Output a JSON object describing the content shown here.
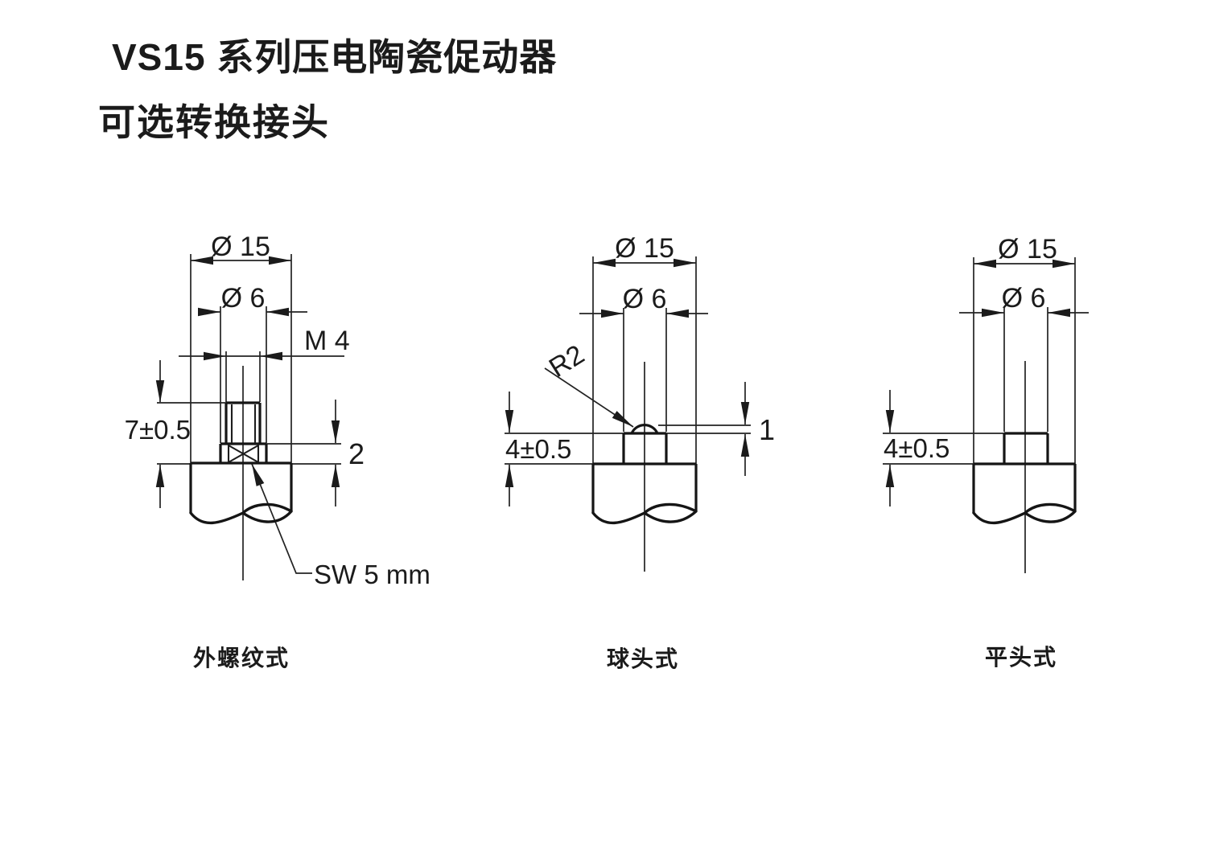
{
  "page": {
    "title": "VS15 系列压电陶瓷促动器",
    "subtitle": "可选转换接头"
  },
  "colors": {
    "ink": "#1b1b1b",
    "background": "#ffffff"
  },
  "drawings": {
    "external_thread": {
      "caption": "外螺纹式",
      "dia15": "Ø 15",
      "dia6": "Ø 6",
      "thread": "M 4",
      "height": "7±0.5",
      "flange_height": "2",
      "wrench_size": "SW 5 mm"
    },
    "ball_tip": {
      "caption": "球头式",
      "dia15": "Ø 15",
      "dia6": "Ø 6",
      "radius": "R2",
      "protrusion": "1",
      "height": "4±0.5"
    },
    "flat_tip": {
      "caption": "平头式",
      "dia15": "Ø 15",
      "dia6": "Ø 6",
      "height": "4±0.5"
    }
  }
}
